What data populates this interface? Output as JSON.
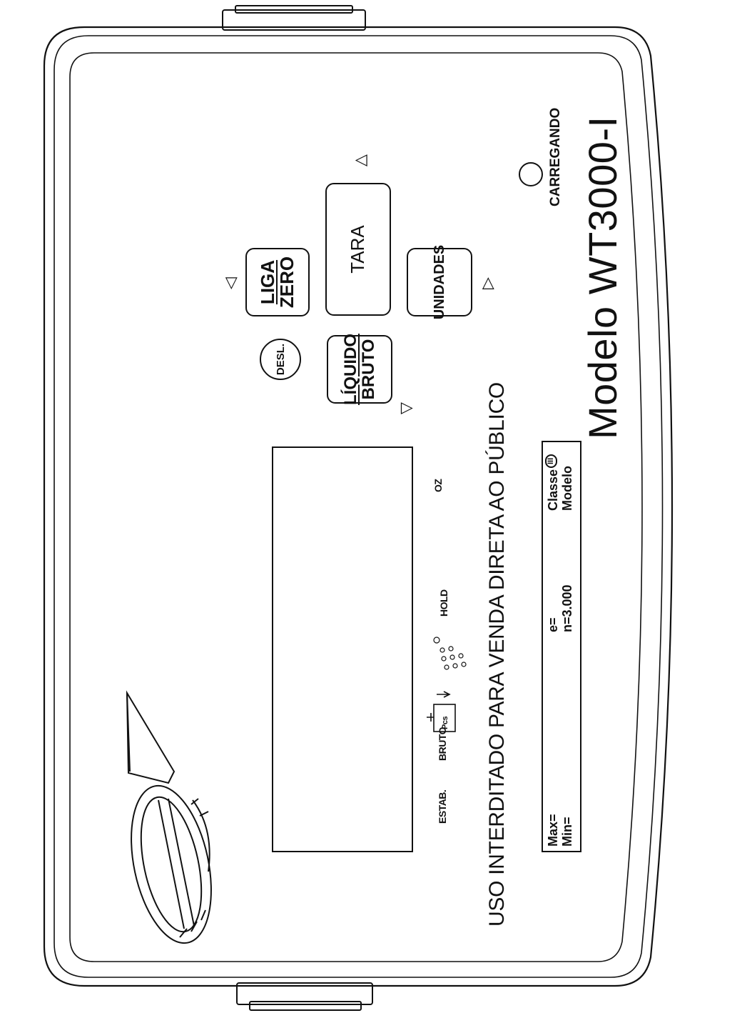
{
  "keys": {
    "desl_label": "DESL.",
    "liga_label": "LIGA",
    "zero_label": "ZERO",
    "tara_label": "TARA",
    "unidades_label": "UNIDADES",
    "liquido_label": "LÍQUIDO",
    "bruto_label": "BRUTO"
  },
  "display": {
    "estab_label": "ESTAB.",
    "bruto_label": "BRUTO",
    "pcs_label": "Pcs",
    "hold_label": "HOLD",
    "oz_label": "OZ"
  },
  "notice": "USO INTERDITADO PARA VENDA DIRETA AO PÚBLICO",
  "plate": {
    "max_label": "Max=",
    "min_label": "Min=",
    "e_label": "e=",
    "n_label": "n=3.000",
    "classe_label": "Classe",
    "classe_symbol": "III",
    "modelo_label": "Modelo"
  },
  "charging_label": "CARREGANDO",
  "model_name": "Modelo WT3000-I",
  "colors": {
    "line": "#111111",
    "background": "#ffffff"
  }
}
